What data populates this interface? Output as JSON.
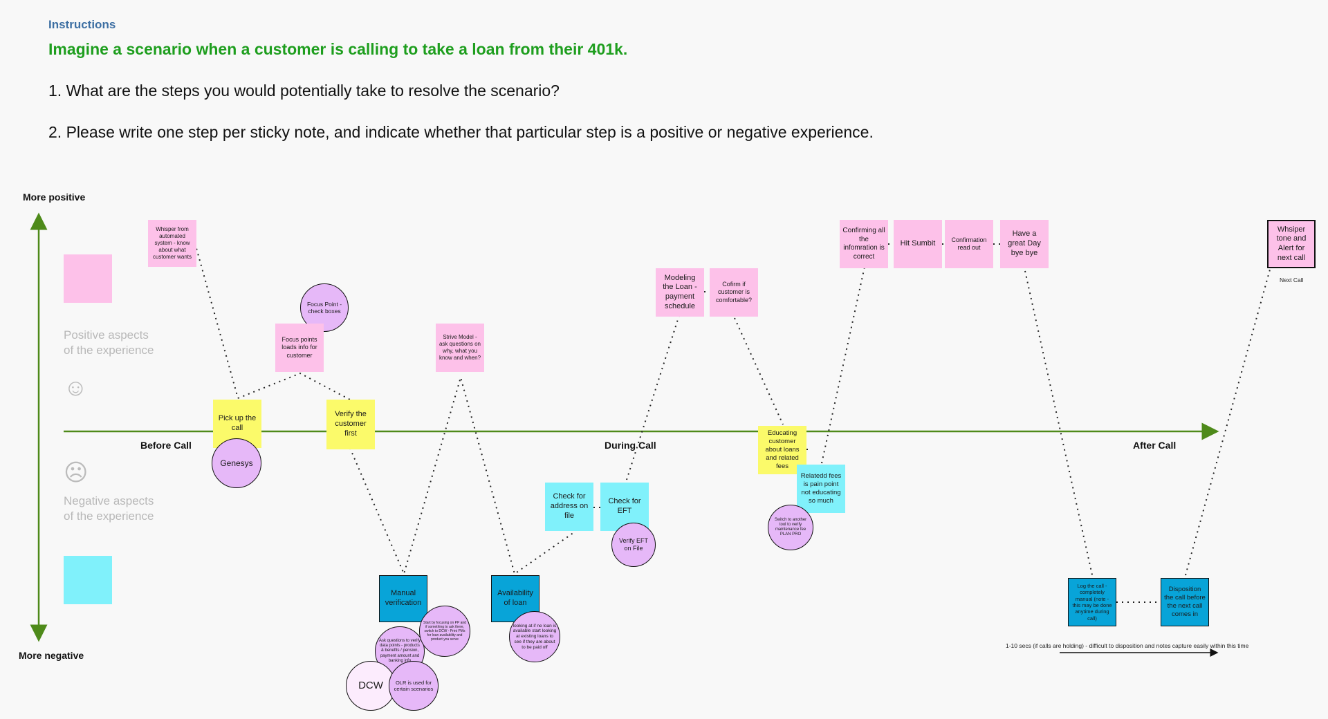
{
  "header": {
    "instructions": "Instructions",
    "scenario": "Imagine a scenario when a customer is calling to take a loan from their 401k.",
    "question1": "1. What are the steps you would potentially take to resolve the scenario?",
    "question2": "2. Please write one step per sticky note, and indicate whether that particular step is a positive or negative experience."
  },
  "axis": {
    "top_label": "More positive",
    "bottom_label": "More negative",
    "phase_before": "Before Call",
    "phase_during": "During Call",
    "phase_after": "After Call"
  },
  "legend": {
    "positive_text": "Positive aspects of the experience",
    "negative_text": "Negative aspects of the experience",
    "smiley": "☺",
    "frowny": "☹"
  },
  "colors": {
    "pink": "#fdc1e9",
    "yellow": "#fbfa6a",
    "cyan": "#80f1fb",
    "blue": "#08a4d8",
    "lilac": "#e6b8f8",
    "axis_green": "#4e8a1a"
  },
  "notes": {
    "whisper_automated": "Whisper from automated system - know about what customer wants",
    "focus_point_check": "Focus Point - check boxes",
    "focus_points_loads": "Focus points loads info for customer",
    "pick_up": "Pick up the call",
    "genesys": "Genesys",
    "verify_customer": "Verify the customer first",
    "strive_model": "Strive Model - ask questions on why, what you know and when?",
    "manual_verification": "Manual verification",
    "start_focusing": "Start by focusing on PP and if something to ask there, switch to DCW - Print PMs for loan availability and product you serve",
    "ask_questions": "Ask questions to verify data points - products & benefits / pension, payment amount and banking info",
    "dcw": "DCW",
    "olr": "OLR is used for certain scenarios",
    "availability": "Availability of loan",
    "looking_at": "looking at if ne loan is available start looking at existing loans to see if they are about to be paid off",
    "check_address": "Check for address on file",
    "check_eft": "Check for EFT",
    "verify_eft": "Verify EFT on File",
    "modeling": "Modeling the Loan - payment schedule",
    "cofirm": "Cofirm if customer is comfortable?",
    "educating": "Educating customer about loans and related fees",
    "relatedd": "Relatedd fees is pain point not educating so much",
    "switch_tool": "Switch to another tool to verify maintenance fee PLAN PRO",
    "confirming": "Confirming all the infomration is correct",
    "hit_sumbit": "Hit Sumbit",
    "confirmation": "Confirmation read out",
    "have_great_day": "Have a great Day bye bye",
    "log_call": "Log the call - completely manual (note - this may be done anytime during call)",
    "disposition": "Disposition the call before the next call comes in",
    "whsiper_tone": "Whsiper tone and Alert for next call",
    "next_call": "Next Call",
    "secs_note": "1-10 secs (if calls are holding) - difficult to disposition and notes capture easily within this time"
  }
}
